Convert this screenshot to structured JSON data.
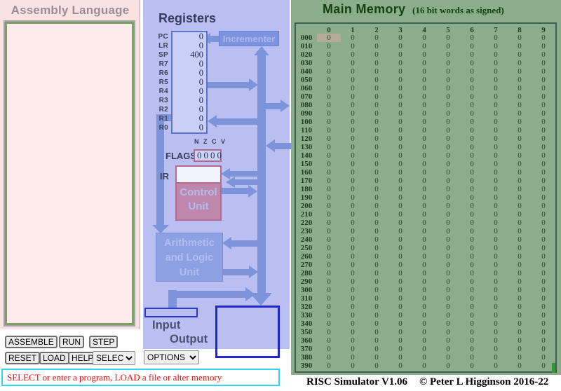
{
  "assembly": {
    "title": "Assembly Language",
    "editor_value": ""
  },
  "toolbar": {
    "assemble": "ASSEMBLE",
    "run": "RUN",
    "step": "STEP",
    "reset": "RESET",
    "load": "LOAD",
    "help": "HELP",
    "select": "SELECT",
    "options": "OPTIONS"
  },
  "status": {
    "message": "SELECT or enter a program, LOAD a file or alter memory",
    "color": "#fa0a0a"
  },
  "cpu": {
    "title": "Registers",
    "registers": [
      {
        "name": "PC",
        "value": "0"
      },
      {
        "name": "LR",
        "value": "0"
      },
      {
        "name": "SP",
        "value": "400"
      },
      {
        "name": "R7",
        "value": "0"
      },
      {
        "name": "R6",
        "value": "0"
      },
      {
        "name": "R5",
        "value": "0"
      },
      {
        "name": "R4",
        "value": "0"
      },
      {
        "name": "R3",
        "value": "0"
      },
      {
        "name": "R2",
        "value": "0"
      },
      {
        "name": "R1",
        "value": "0"
      },
      {
        "name": "R0",
        "value": "0"
      }
    ],
    "incrementer_label": "Incrementer",
    "flags": {
      "bits_label": "N Z C V",
      "label": "FLAGS",
      "value": "0000"
    },
    "ir_label": "IR",
    "control_unit_label": "Control Unit",
    "alu_label": "Arithmetic and Logic Unit",
    "io": {
      "input_label": "Input",
      "output_label": "Output",
      "input_value": ""
    }
  },
  "memory": {
    "title": "Main Memory",
    "subtitle": "(16 bit words as signed)",
    "col_headers": [
      "0",
      "1",
      "2",
      "3",
      "4",
      "5",
      "6",
      "7",
      "8",
      "9"
    ],
    "highlight": {
      "row": 0,
      "col": 0
    },
    "rows": [
      {
        "label": "000",
        "values": [
          "0",
          "0",
          "0",
          "0",
          "0",
          "0",
          "0",
          "0",
          "0",
          "0"
        ]
      },
      {
        "label": "010",
        "values": [
          "0",
          "0",
          "0",
          "0",
          "0",
          "0",
          "0",
          "0",
          "0",
          "0"
        ]
      },
      {
        "label": "020",
        "values": [
          "0",
          "0",
          "0",
          "0",
          "0",
          "0",
          "0",
          "0",
          "0",
          "0"
        ]
      },
      {
        "label": "030",
        "values": [
          "0",
          "0",
          "0",
          "0",
          "0",
          "0",
          "0",
          "0",
          "0",
          "0"
        ]
      },
      {
        "label": "040",
        "values": [
          "0",
          "0",
          "0",
          "0",
          "0",
          "0",
          "0",
          "0",
          "0",
          "0"
        ]
      },
      {
        "label": "050",
        "values": [
          "0",
          "0",
          "0",
          "0",
          "0",
          "0",
          "0",
          "0",
          "0",
          "0"
        ]
      },
      {
        "label": "060",
        "values": [
          "0",
          "0",
          "0",
          "0",
          "0",
          "0",
          "0",
          "0",
          "0",
          "0"
        ]
      },
      {
        "label": "070",
        "values": [
          "0",
          "0",
          "0",
          "0",
          "0",
          "0",
          "0",
          "0",
          "0",
          "0"
        ]
      },
      {
        "label": "080",
        "values": [
          "0",
          "0",
          "0",
          "0",
          "0",
          "0",
          "0",
          "0",
          "0",
          "0"
        ]
      },
      {
        "label": "090",
        "values": [
          "0",
          "0",
          "0",
          "0",
          "0",
          "0",
          "0",
          "0",
          "0",
          "0"
        ]
      },
      {
        "label": "100",
        "values": [
          "0",
          "0",
          "0",
          "0",
          "0",
          "0",
          "0",
          "0",
          "0",
          "0"
        ]
      },
      {
        "label": "110",
        "values": [
          "0",
          "0",
          "0",
          "0",
          "0",
          "0",
          "0",
          "0",
          "0",
          "0"
        ]
      },
      {
        "label": "120",
        "values": [
          "0",
          "0",
          "0",
          "0",
          "0",
          "0",
          "0",
          "0",
          "0",
          "0"
        ]
      },
      {
        "label": "130",
        "values": [
          "0",
          "0",
          "0",
          "0",
          "0",
          "0",
          "0",
          "0",
          "0",
          "0"
        ]
      },
      {
        "label": "140",
        "values": [
          "0",
          "0",
          "0",
          "0",
          "0",
          "0",
          "0",
          "0",
          "0",
          "0"
        ]
      },
      {
        "label": "150",
        "values": [
          "0",
          "0",
          "0",
          "0",
          "0",
          "0",
          "0",
          "0",
          "0",
          "0"
        ]
      },
      {
        "label": "160",
        "values": [
          "0",
          "0",
          "0",
          "0",
          "0",
          "0",
          "0",
          "0",
          "0",
          "0"
        ]
      },
      {
        "label": "170",
        "values": [
          "0",
          "0",
          "0",
          "0",
          "0",
          "0",
          "0",
          "0",
          "0",
          "0"
        ]
      },
      {
        "label": "180",
        "values": [
          "0",
          "0",
          "0",
          "0",
          "0",
          "0",
          "0",
          "0",
          "0",
          "0"
        ]
      },
      {
        "label": "190",
        "values": [
          "0",
          "0",
          "0",
          "0",
          "0",
          "0",
          "0",
          "0",
          "0",
          "0"
        ]
      },
      {
        "label": "200",
        "values": [
          "0",
          "0",
          "0",
          "0",
          "0",
          "0",
          "0",
          "0",
          "0",
          "0"
        ]
      },
      {
        "label": "210",
        "values": [
          "0",
          "0",
          "0",
          "0",
          "0",
          "0",
          "0",
          "0",
          "0",
          "0"
        ]
      },
      {
        "label": "220",
        "values": [
          "0",
          "0",
          "0",
          "0",
          "0",
          "0",
          "0",
          "0",
          "0",
          "0"
        ]
      },
      {
        "label": "230",
        "values": [
          "0",
          "0",
          "0",
          "0",
          "0",
          "0",
          "0",
          "0",
          "0",
          "0"
        ]
      },
      {
        "label": "240",
        "values": [
          "0",
          "0",
          "0",
          "0",
          "0",
          "0",
          "0",
          "0",
          "0",
          "0"
        ]
      },
      {
        "label": "250",
        "values": [
          "0",
          "0",
          "0",
          "0",
          "0",
          "0",
          "0",
          "0",
          "0",
          "0"
        ]
      },
      {
        "label": "260",
        "values": [
          "0",
          "0",
          "0",
          "0",
          "0",
          "0",
          "0",
          "0",
          "0",
          "0"
        ]
      },
      {
        "label": "270",
        "values": [
          "0",
          "0",
          "0",
          "0",
          "0",
          "0",
          "0",
          "0",
          "0",
          "0"
        ]
      },
      {
        "label": "280",
        "values": [
          "0",
          "0",
          "0",
          "0",
          "0",
          "0",
          "0",
          "0",
          "0",
          "0"
        ]
      },
      {
        "label": "290",
        "values": [
          "0",
          "0",
          "0",
          "0",
          "0",
          "0",
          "0",
          "0",
          "0",
          "0"
        ]
      },
      {
        "label": "300",
        "values": [
          "0",
          "0",
          "0",
          "0",
          "0",
          "0",
          "0",
          "0",
          "0",
          "0"
        ]
      },
      {
        "label": "310",
        "values": [
          "0",
          "0",
          "0",
          "0",
          "0",
          "0",
          "0",
          "0",
          "0",
          "0"
        ]
      },
      {
        "label": "320",
        "values": [
          "0",
          "0",
          "0",
          "0",
          "0",
          "0",
          "0",
          "0",
          "0",
          "0"
        ]
      },
      {
        "label": "330",
        "values": [
          "0",
          "0",
          "0",
          "0",
          "0",
          "0",
          "0",
          "0",
          "0",
          "0"
        ]
      },
      {
        "label": "340",
        "values": [
          "0",
          "0",
          "0",
          "0",
          "0",
          "0",
          "0",
          "0",
          "0",
          "0"
        ]
      },
      {
        "label": "350",
        "values": [
          "0",
          "0",
          "0",
          "0",
          "0",
          "0",
          "0",
          "0",
          "0",
          "0"
        ]
      },
      {
        "label": "360",
        "values": [
          "0",
          "0",
          "0",
          "0",
          "0",
          "0",
          "0",
          "0",
          "0",
          "0"
        ]
      },
      {
        "label": "370",
        "values": [
          "0",
          "0",
          "0",
          "0",
          "0",
          "0",
          "0",
          "0",
          "0",
          "0"
        ]
      },
      {
        "label": "380",
        "values": [
          "0",
          "0",
          "0",
          "0",
          "0",
          "0",
          "0",
          "0",
          "0",
          "0"
        ]
      },
      {
        "label": "390",
        "values": [
          "0",
          "0",
          "0",
          "0",
          "0",
          "0",
          "0",
          "0",
          "0",
          "0"
        ]
      }
    ]
  },
  "footer": {
    "app": "RISC Simulator V1.06",
    "copyright": "© Peter L Higginson 2016-22"
  },
  "colors": {
    "assembly_pink": "#f9e2e1",
    "cpu_blue": "#b9c0f1",
    "memory_green": "#8bad8c",
    "bus_blue": "#7d94da",
    "control_mauve": "#bf87ab",
    "highlight_tan": "#b3ac97",
    "status_border_cyan": "#35d3ef",
    "status_text_red": "#fa0a0a",
    "caret_green": "#23a033"
  }
}
